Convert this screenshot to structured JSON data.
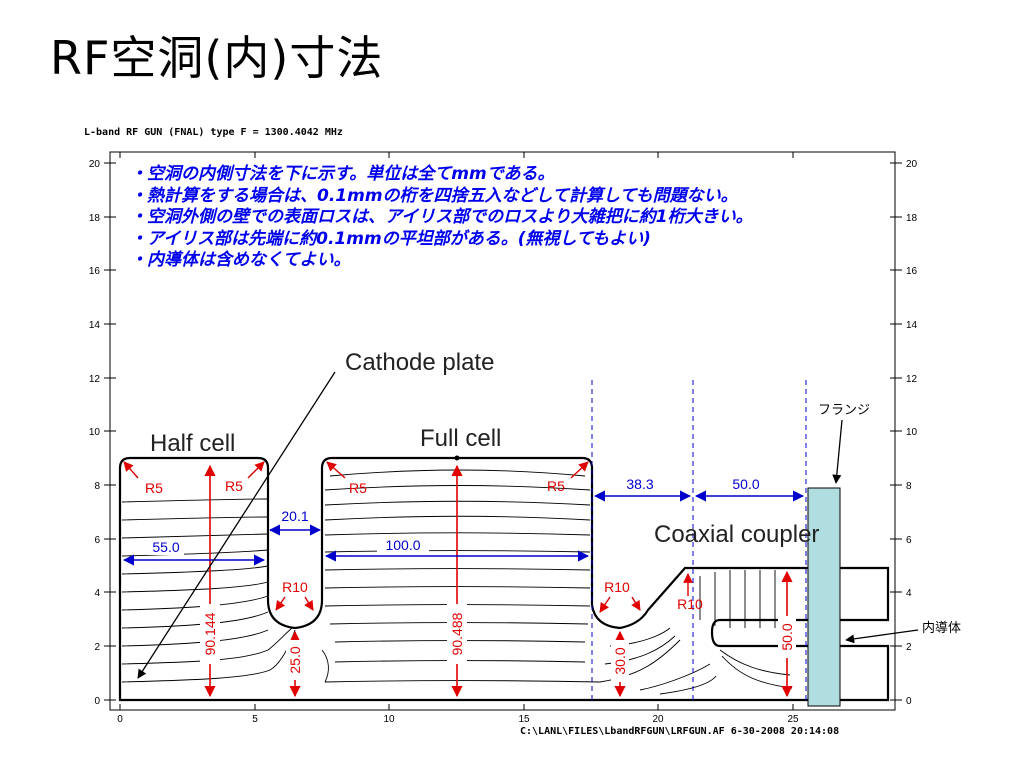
{
  "slide": {
    "title": "RF空洞(内)寸法"
  },
  "plot": {
    "header": "L-band RF GUN (FNAL) type  F = 1300.4042 MHz",
    "footer": "C:\\LANL\\FILES\\LbandRFGUN\\LRFGUN.AF  6-30-2008  20:14:08",
    "xticks": [
      "0",
      "5",
      "10",
      "15",
      "20",
      "25"
    ],
    "yticks": [
      "0",
      "2",
      "4",
      "6",
      "8",
      "10",
      "12",
      "14",
      "16",
      "18",
      "20"
    ]
  },
  "notes": [
    "・空洞の内側寸法を下に示す。単位は全てmmである。",
    "・熱計算をする場合は、0.1mmの桁を四捨五入などして計算しても問題ない。",
    "・空洞外側の壁での表面ロスは、アイリス部でのロスより大雑把に約1桁大きい。",
    "・アイリス部は先端に約0.1mmの平坦部がある。(無視してもよい)",
    "・内導体は含めなくてよい。"
  ],
  "labels": {
    "cathode_plate": "Cathode plate",
    "half_cell": "Half cell",
    "full_cell": "Full cell",
    "coaxial_coupler": "Coaxial coupler",
    "flange": "フランジ",
    "inner_conductor": "内導体"
  },
  "dimensions": {
    "r5_a": "R5",
    "r5_b": "R5",
    "r5_c": "R5",
    "r5_d": "R5",
    "r10_a": "R10",
    "r10_b": "R10",
    "r10_c": "R10",
    "w_half": "55.0",
    "w_iris": "20.1",
    "w_full": "100.0",
    "w_gap": "38.3",
    "w_coupler": "50.0",
    "h_half": "90.144",
    "h_iris1": "25.0",
    "h_full": "90.488",
    "h_iris2": "30.0",
    "h_coupler": "50.0"
  },
  "colors": {
    "dimension": "#e00000",
    "width_arrow": "#0000cc",
    "notes_text": "#0000ee",
    "flange": "#b0dde0",
    "outline": "#000000"
  }
}
